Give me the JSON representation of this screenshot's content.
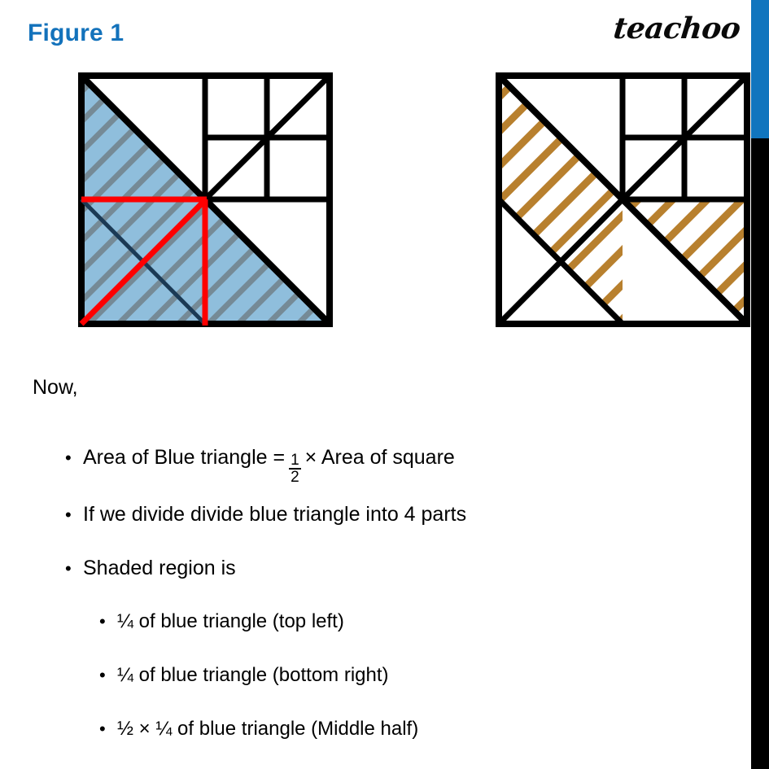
{
  "page": {
    "title": "Figure 1",
    "brand": "teachoo",
    "title_color": "#1372BB",
    "accent_bar_color": "#1075BE",
    "dark_bar_color": "#000000"
  },
  "figures": {
    "left": {
      "name": "blue-shaded-square-figure",
      "fill_color": "#8FBEDC",
      "hatch_color": "#6E7B83",
      "outline_color": "#000000",
      "highlight_color": "#FF0000",
      "diagonal_color": "#1B3A55",
      "description": "Square with lower-left triangle filled light blue and gray diagonal hatching; top-right quadrant subdivided into four; bottom-left quadrant outlined in red"
    },
    "right": {
      "name": "brown-hatched-square-figure",
      "fill_color": "#FFFFFF",
      "hatch_color": "#B8802E",
      "outline_color": "#000000",
      "description": "Square with brown diagonal stripes running across upper-left band and lower-right band; top-right quadrant subdivided into four"
    }
  },
  "content": {
    "intro": "Now,",
    "bullets": [
      {
        "level": 1,
        "marker": "•",
        "prefix": "Area of Blue triangle =",
        "fraction": {
          "numerator": "1",
          "denominator": "2"
        },
        "suffix": "× Area of square"
      },
      {
        "level": 1,
        "marker": "•",
        "text": "If we divide divide blue triangle into 4 parts"
      },
      {
        "level": 1,
        "marker": "•",
        "text": "Shaded region is"
      },
      {
        "level": 2,
        "marker": "•",
        "text": "¼ of blue triangle (top left)"
      },
      {
        "level": 2,
        "marker": "•",
        "text": " ¼ of blue triangle (bottom right)"
      },
      {
        "level": 2,
        "marker": "•",
        "text": "½  × ¼ of blue triangle (Middle half)"
      }
    ]
  }
}
